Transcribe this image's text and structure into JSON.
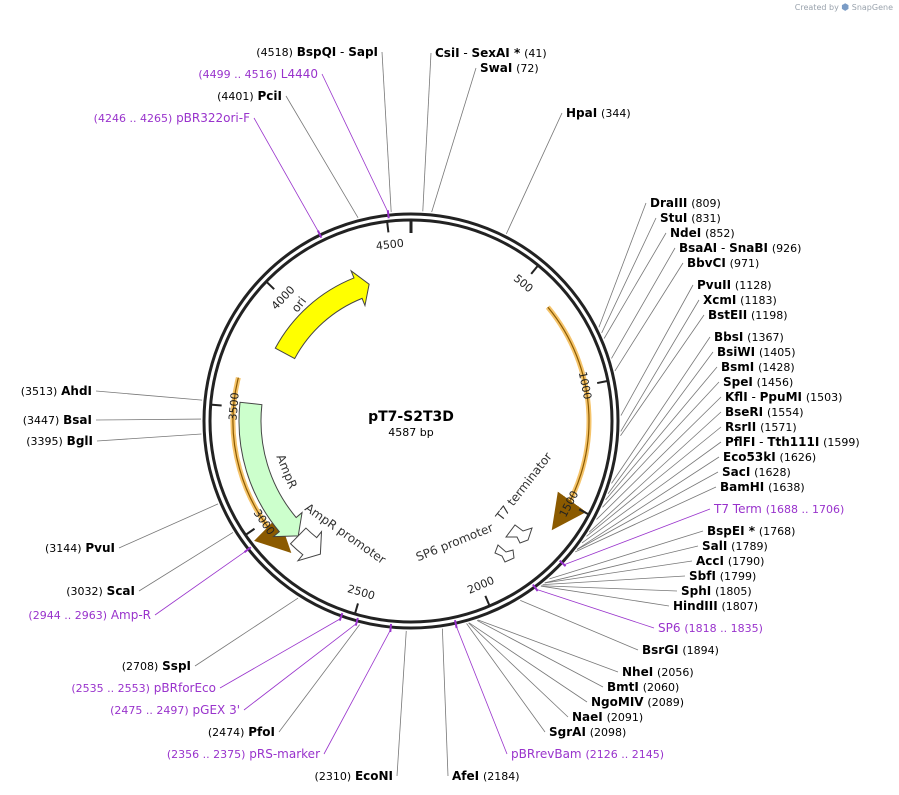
{
  "credit": {
    "prefix": "Created by",
    "brand": "SnapGene"
  },
  "plasmid": {
    "name": "pT7-S2T3D",
    "size_label": "4587 bp",
    "length": 4587
  },
  "ticks": [
    "500",
    "1000",
    "1500",
    "2000",
    "2500",
    "3000",
    "3500",
    "4000",
    "4500"
  ],
  "features": [
    {
      "id": "ori",
      "label": "ori",
      "color": "#ffff00"
    },
    {
      "id": "ampr",
      "label": "AmpR",
      "color": "#ccffcc"
    },
    {
      "id": "ampr-promoter",
      "label": "AmpR promoter",
      "color": "#ffffff"
    },
    {
      "id": "t7-terminator",
      "label": "T7 terminator",
      "color": "#ffffff"
    },
    {
      "id": "sp6-promoter",
      "label": "SP6 promoter",
      "color": "#ffffff"
    }
  ],
  "orfs": [
    {
      "id": "orf-1"
    },
    {
      "id": "orf-2"
    }
  ],
  "sites": [
    {
      "name": "CsiI",
      "name2": "SexAI *",
      "pos": "(41)",
      "type": "enzyme"
    },
    {
      "name": "SwaI",
      "pos": "(72)",
      "type": "enzyme"
    },
    {
      "name": "HpaI",
      "pos": "(344)",
      "type": "enzyme"
    },
    {
      "name": "DraIII",
      "pos": "(809)",
      "type": "enzyme"
    },
    {
      "name": "StuI",
      "pos": "(831)",
      "type": "enzyme"
    },
    {
      "name": "NdeI",
      "pos": "(852)",
      "type": "enzyme"
    },
    {
      "name": "BsaAI",
      "name2": "SnaBI",
      "pos": "(926)",
      "type": "enzyme"
    },
    {
      "name": "BbvCI",
      "pos": "(971)",
      "type": "enzyme"
    },
    {
      "name": "PvuII",
      "pos": "(1128)",
      "type": "enzyme"
    },
    {
      "name": "XcmI",
      "pos": "(1183)",
      "type": "enzyme"
    },
    {
      "name": "BstEII",
      "pos": "(1198)",
      "type": "enzyme"
    },
    {
      "name": "BbsI",
      "pos": "(1367)",
      "type": "enzyme"
    },
    {
      "name": "BsiWI",
      "pos": "(1405)",
      "type": "enzyme"
    },
    {
      "name": "BsmI",
      "pos": "(1428)",
      "type": "enzyme"
    },
    {
      "name": "SpeI",
      "pos": "(1456)",
      "type": "enzyme"
    },
    {
      "name": "KflI",
      "name2": "PpuMI",
      "pos": "(1503)",
      "type": "enzyme"
    },
    {
      "name": "BseRI",
      "pos": "(1554)",
      "type": "enzyme"
    },
    {
      "name": "RsrII",
      "pos": "(1571)",
      "type": "enzyme"
    },
    {
      "name": "PflFI",
      "name2": "Tth111I",
      "pos": "(1599)",
      "type": "enzyme"
    },
    {
      "name": "Eco53kI",
      "pos": "(1626)",
      "type": "enzyme"
    },
    {
      "name": "SacI",
      "pos": "(1628)",
      "type": "enzyme"
    },
    {
      "name": "BamHI",
      "pos": "(1638)",
      "type": "enzyme"
    },
    {
      "name": "T7 Term",
      "pos": "(1688 .. 1706)",
      "type": "primer"
    },
    {
      "name": "BspEI *",
      "pos": "(1768)",
      "type": "enzyme"
    },
    {
      "name": "SalI",
      "pos": "(1789)",
      "type": "enzyme"
    },
    {
      "name": "AccI",
      "pos": "(1790)",
      "type": "enzyme"
    },
    {
      "name": "SbfI",
      "pos": "(1799)",
      "type": "enzyme"
    },
    {
      "name": "SphI",
      "pos": "(1805)",
      "type": "enzyme"
    },
    {
      "name": "HindIII",
      "pos": "(1807)",
      "type": "enzyme"
    },
    {
      "name": "SP6",
      "pos": "(1818 .. 1835)",
      "type": "primer"
    },
    {
      "name": "BsrGI",
      "pos": "(1894)",
      "type": "enzyme"
    },
    {
      "name": "NheI",
      "pos": "(2056)",
      "type": "enzyme"
    },
    {
      "name": "BmtI",
      "pos": "(2060)",
      "type": "enzyme"
    },
    {
      "name": "NgoMIV",
      "pos": "(2089)",
      "type": "enzyme"
    },
    {
      "name": "NaeI",
      "pos": "(2091)",
      "type": "enzyme"
    },
    {
      "name": "SgrAI",
      "pos": "(2098)",
      "type": "enzyme"
    },
    {
      "name": "pBRrevBam",
      "pos": "(2126 .. 2145)",
      "type": "primer"
    },
    {
      "name": "AfeI",
      "pos": "(2184)",
      "type": "enzyme"
    },
    {
      "name": "EcoNI",
      "pos": "(2310)",
      "type": "enzyme"
    },
    {
      "name": "pRS-marker",
      "pos": "(2356 .. 2375)",
      "type": "primer"
    },
    {
      "name": "PfoI",
      "pos": "(2474)",
      "type": "enzyme"
    },
    {
      "name": "pGEX 3'",
      "pos": "(2475 .. 2497)",
      "type": "primer"
    },
    {
      "name": "pBRforEco",
      "pos": "(2535 .. 2553)",
      "type": "primer"
    },
    {
      "name": "SspI",
      "pos": "(2708)",
      "type": "enzyme"
    },
    {
      "name": "Amp-R",
      "pos": "(2944 .. 2963)",
      "type": "primer"
    },
    {
      "name": "ScaI",
      "pos": "(3032)",
      "type": "enzyme"
    },
    {
      "name": "PvuI",
      "pos": "(3144)",
      "type": "enzyme"
    },
    {
      "name": "BglI",
      "pos": "(3395)",
      "type": "enzyme"
    },
    {
      "name": "BsaI",
      "pos": "(3447)",
      "type": "enzyme"
    },
    {
      "name": "AhdI",
      "pos": "(3513)",
      "type": "enzyme"
    },
    {
      "name": "pBR322ori-F",
      "pos": "(4246 .. 4265)",
      "type": "primer"
    },
    {
      "name": "PciI",
      "pos": "(4401)",
      "type": "enzyme"
    },
    {
      "name": "L4440",
      "pos": "(4499 .. 4516)",
      "type": "primer"
    },
    {
      "name": "BspQI",
      "name2": "SapI",
      "pos": "(4518)",
      "type": "enzyme"
    }
  ],
  "colors": {
    "enzyme_text": "#000000",
    "primer_text": "#9933cc",
    "backbone": "#222222",
    "orf": "#f5c46b"
  }
}
